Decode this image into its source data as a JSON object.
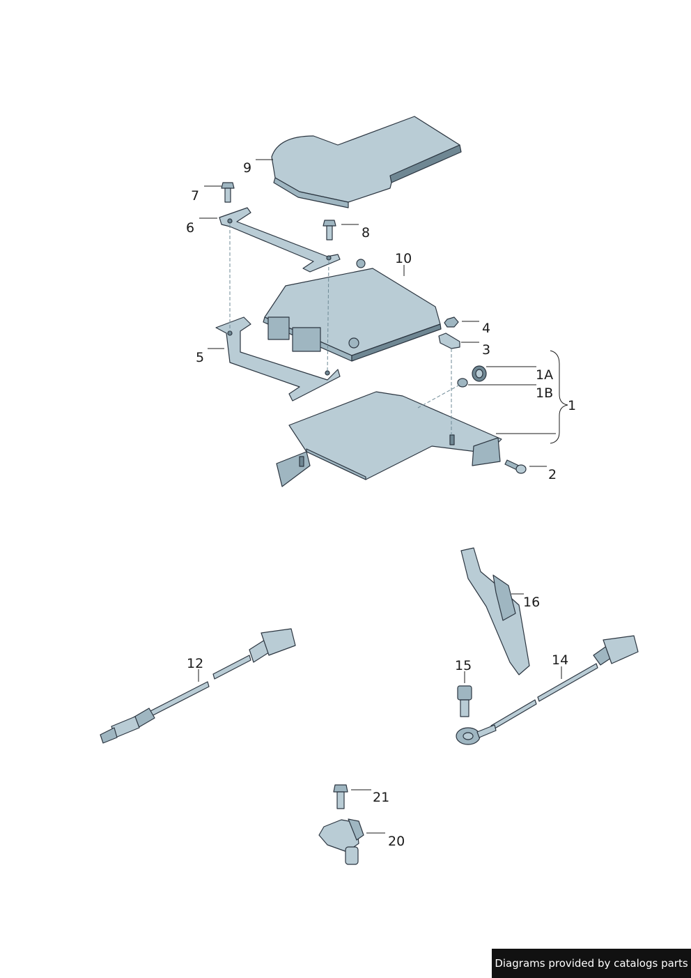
{
  "diagram": {
    "labels": {
      "l1": "1",
      "l1A": "1A",
      "l1B": "1B",
      "l2": "2",
      "l3": "3",
      "l4": "4",
      "l5": "5",
      "l6": "6",
      "l7": "7",
      "l8": "8",
      "l9": "9",
      "l10": "10",
      "l12": "12",
      "l14": "14",
      "l15": "15",
      "l16": "16",
      "l20": "20",
      "l21": "21"
    }
  },
  "footer": {
    "text": "Diagrams provided by catalogs parts"
  },
  "colors": {
    "part_fill": "#b9ccd5",
    "part_shadow": "#6f8793",
    "outline": "#2b3540",
    "footer_bg": "#111111"
  }
}
